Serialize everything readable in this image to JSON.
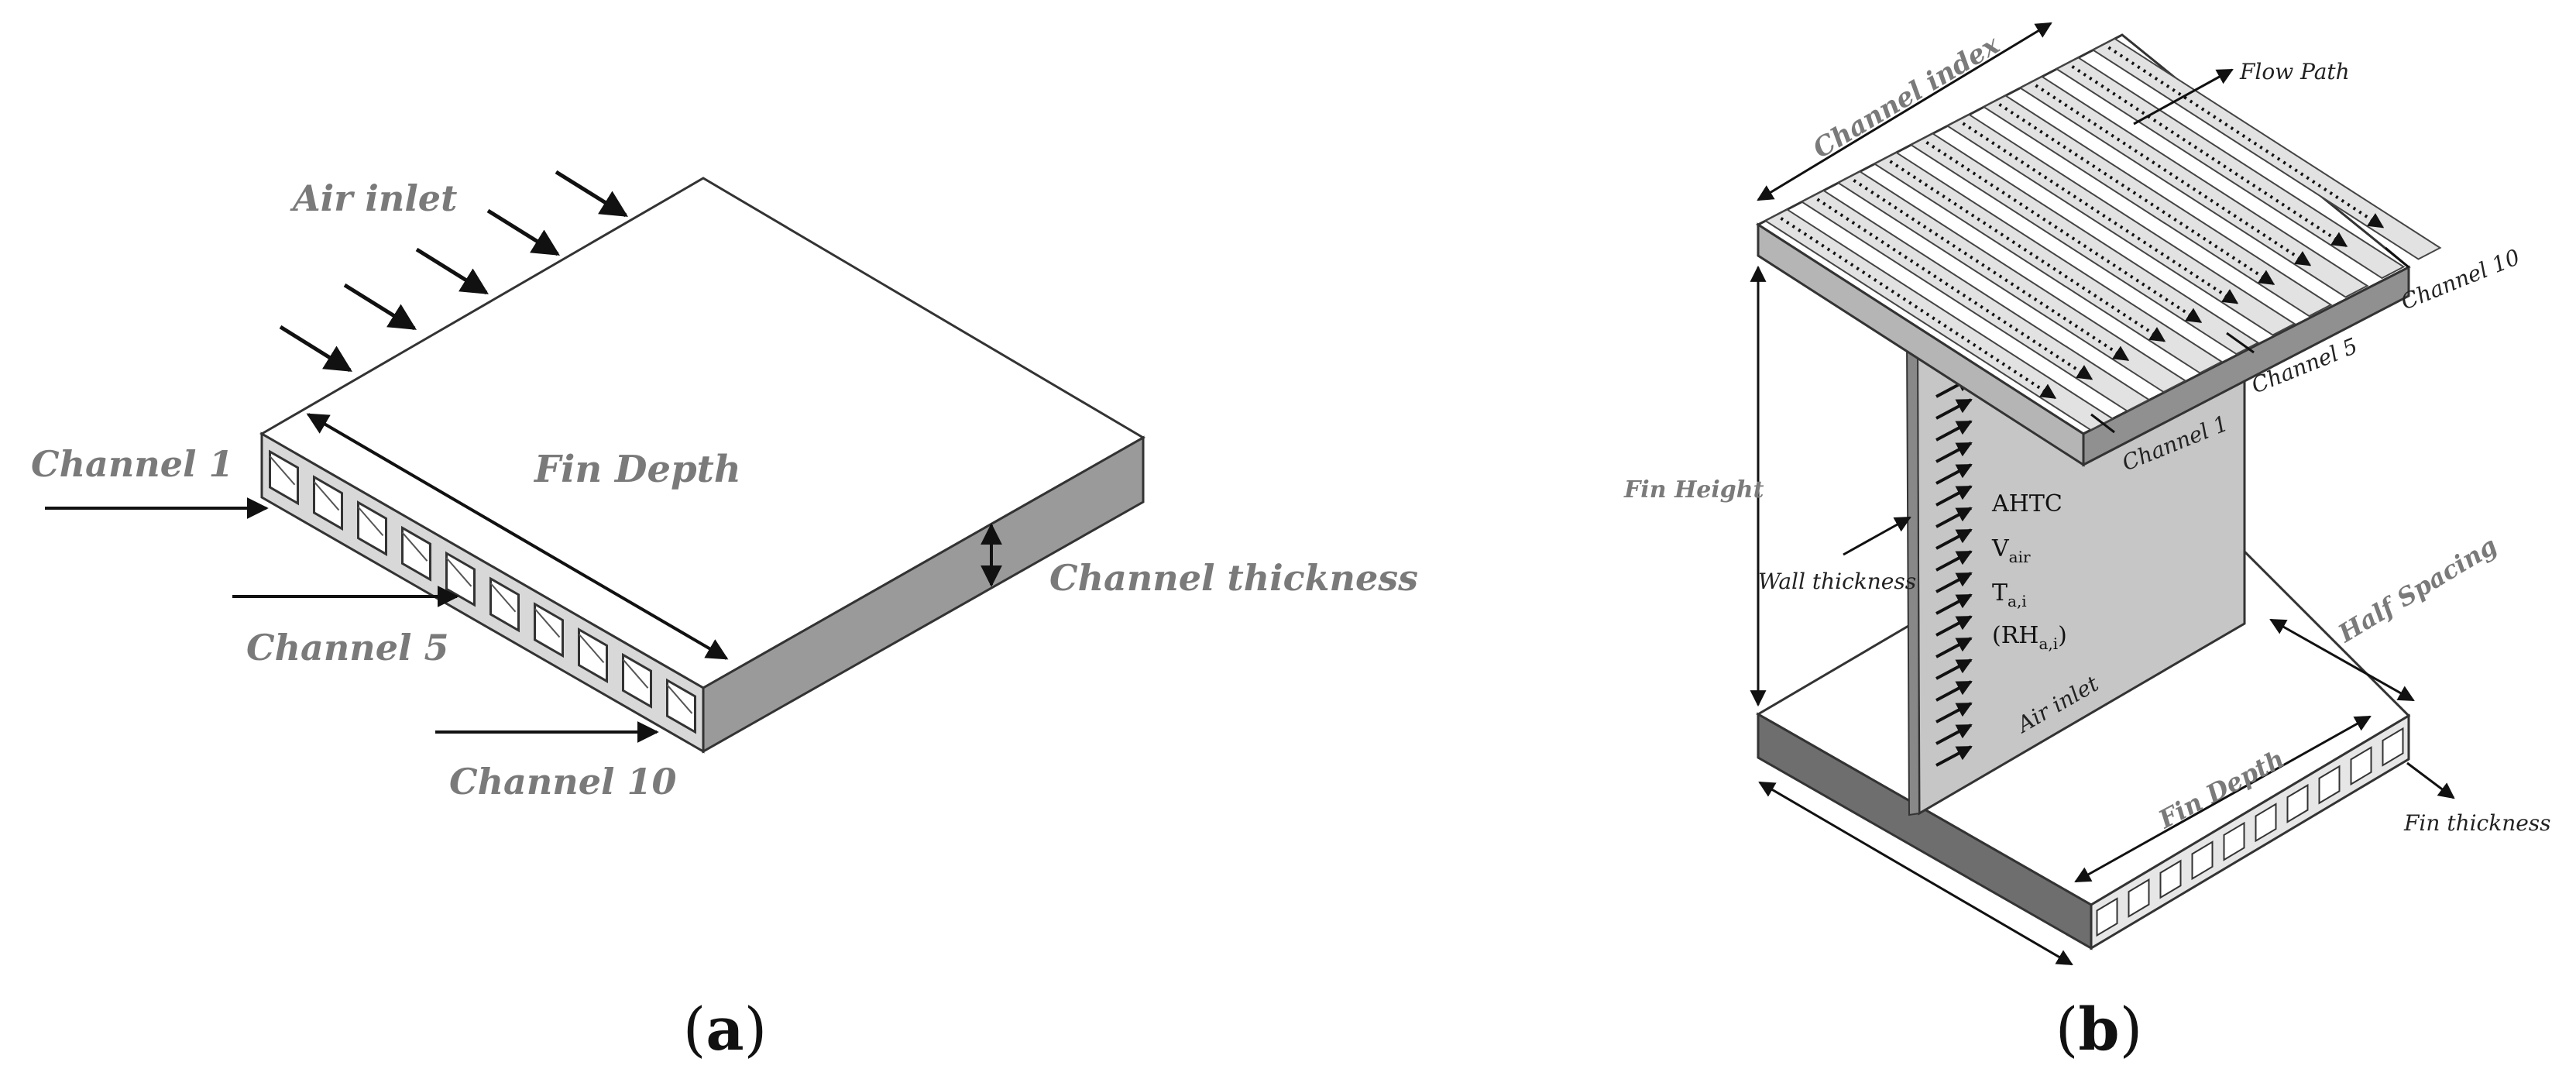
{
  "panel_a": {
    "caption_open": "(",
    "caption_letter": "a",
    "caption_close": ")",
    "labels": {
      "air_inlet": "Air inlet",
      "channel_1": "Channel 1",
      "fin_depth": "Fin Depth",
      "channel_thickness": "Channel thickness",
      "channel_5": "Channel 5",
      "channel_10": "Channel 10"
    }
  },
  "panel_b": {
    "caption_open": "(",
    "caption_letter": "b",
    "caption_close": ")",
    "labels": {
      "channel_index": "Channel index",
      "flow_path": "Flow  Path",
      "channel_10": "Channel 10",
      "channel_5": "Channel 5",
      "channel_1": "Channel 1",
      "fin_height": "Fin Height",
      "wall_thickness": "Wall thickness",
      "half_spacing": "Half Spacing",
      "air_inlet": "Air inlet",
      "fin_depth": "Fin Depth",
      "fin_thickness": "Fin thickness"
    },
    "variables": {
      "ahtc": "AHTC",
      "v_main": "V",
      "v_sub": "air",
      "t_main": "T",
      "t_sub": "a,i",
      "rh_open": "(RH",
      "rh_sub": "a,i",
      "rh_close": ")"
    }
  },
  "colors": {
    "top_face": "#ffffff",
    "front_face": "#d6d6d6",
    "side_face": "#9a9a9a",
    "wall_face": "#c9c9c9",
    "label_gray": "#7a7a7a",
    "arrow": "#111111"
  }
}
